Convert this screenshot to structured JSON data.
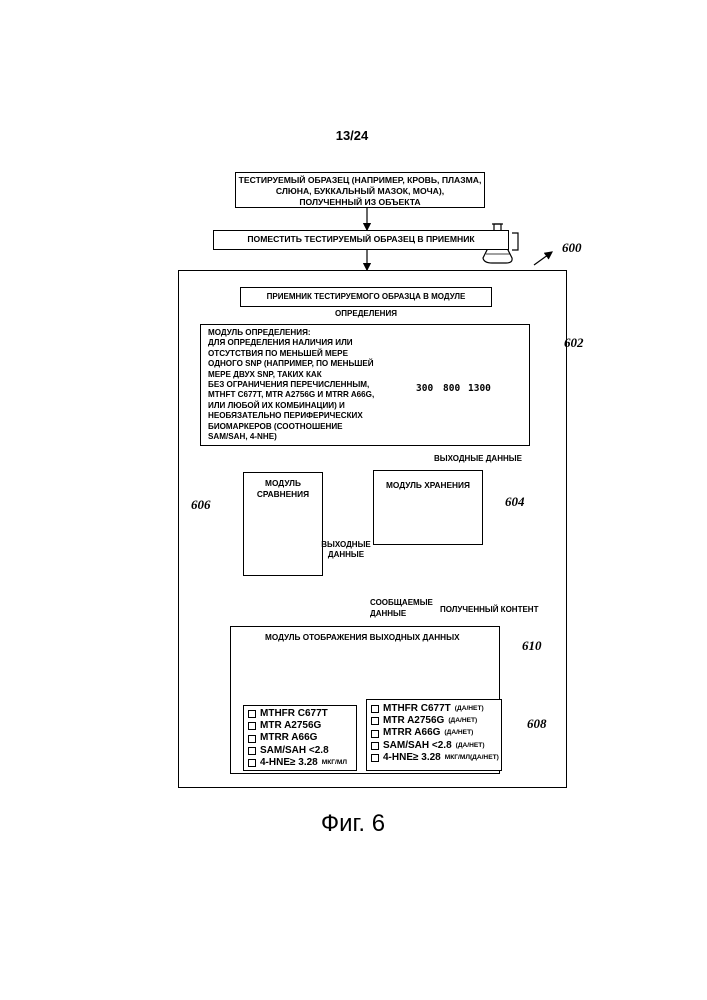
{
  "page": {
    "number": "13/24",
    "caption": "Фиг. 6"
  },
  "refs": {
    "r600": "600",
    "r602": "602",
    "r604": "604",
    "r606": "606",
    "r608": "608",
    "r610": "610"
  },
  "sample_box": {
    "line1": "ТЕСТИРУЕМЫЙ ОБРАЗЕЦ (НАПРИМЕР, КРОВЬ, ПЛАЗМА,",
    "line2": "СЛЮНА, БУККАЛЬНЫЙ МАЗОК, МОЧА),",
    "line3": "ПОЛУЧЕННЫЙ ИЗ ОБЪЕКТА"
  },
  "place_box": {
    "label": "ПОМЕСТИТЬ ТЕСТИРУЕМЫЙ ОБРАЗЕЦ В ПРИЕМНИК"
  },
  "receiver_box": {
    "label": "ПРИЕМНИК ТЕСТИРУЕМОГО ОБРАЗЦА В МОДУЛЕ ОПРЕДЕЛЕНИЯ"
  },
  "detection_module": {
    "lines": [
      "МОДУЛЬ ОПРЕДЕЛЕНИЯ:",
      "ДЛЯ ОПРЕДЕЛЕНИЯ НАЛИЧИЯ ИЛИ",
      "ОТСУТСТВИЯ ПО МЕНЬШЕЙ МЕРЕ",
      "ОДНОГО SNP (НАПРИМЕР, ПО МЕНЬШЕЙ",
      "МЕРЕ ДВУХ SNP, ТАКИХ КАК",
      "БЕЗ ОГРАНИЧЕНИЯ ПЕРЕЧИСЛЕННЫМ,",
      "MTHFT C677T, MTR A2756G И MTRR A66G,",
      "ИЛИ ЛЮБОЙ ИХ КОМБИНАЦИИ) И",
      "НЕОБЯЗАТЕЛЬНО ПЕРИФЕРИЧЕСКИХ",
      "БИОМАРКЕРОВ (СООТНОШЕНИЕ",
      "SAM/SAH, 4-NHE)"
    ],
    "spectrum_ticks": [
      "300",
      "800",
      "1300"
    ]
  },
  "output_data_label": "ВЫХОДНЫЕ ДАННЫЕ",
  "comparison_module": {
    "line1": "МОДУЛЬ",
    "line2": "СРАВНЕНИЯ"
  },
  "storage_module": {
    "label": "МОДУЛЬ ХРАНЕНИЯ"
  },
  "output_data_side": {
    "line1": "ВЫХОДНЫЕ",
    "line2": "ДАННЫЕ"
  },
  "communicated": {
    "line1": "СООБЩАЕМЫЕ",
    "line2": "ДАННЫЕ",
    "result": "ПОЛУЧЕННЫЙ КОНТЕНТ"
  },
  "display_module": {
    "title": "МОДУЛЬ ОТОБРАЖЕНИЯ ВЫХОДНЫХ ДАННЫХ"
  },
  "left_list": [
    {
      "text": "MTHFR C677T",
      "suffix": ""
    },
    {
      "text": "MTR A2756G",
      "suffix": ""
    },
    {
      "text": "MTRR A66G",
      "suffix": ""
    },
    {
      "text": "SAM/SAH <2.8",
      "suffix": ""
    },
    {
      "text": "4-HNE≥ 3.28",
      "suffix": "МКГ/МЛ"
    }
  ],
  "right_list": [
    {
      "text": "MTHFR C677T",
      "suffix": "(ДА/НЕТ)"
    },
    {
      "text": "MTR A2756G",
      "suffix": "(ДА/НЕТ)"
    },
    {
      "text": "MTRR A66G",
      "suffix": "(ДА/НЕТ)"
    },
    {
      "text": "SAM/SAH <2.8",
      "suffix": "(ДА/НЕТ)"
    },
    {
      "text": "4-HNE≥ 3.28",
      "suffix": "МКГ/МЛ(ДА/НЕТ)"
    }
  ]
}
